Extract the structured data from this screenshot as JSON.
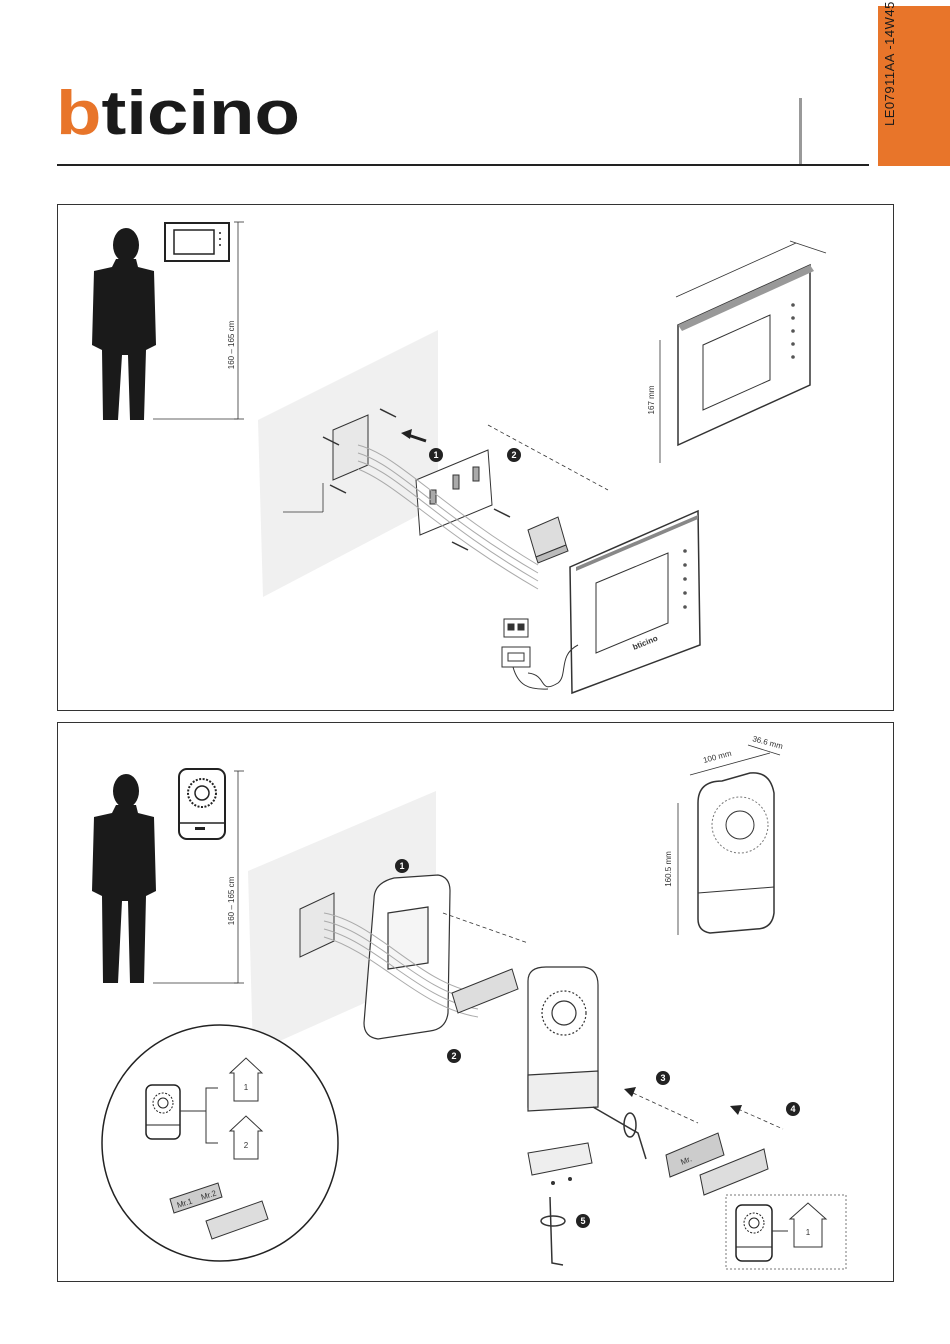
{
  "brand": {
    "name": "bticino",
    "color": "#e8752a"
  },
  "document_code": "LE07911AA -14W45",
  "panel_monitor": {
    "height_range": "160 – 165 cm",
    "dimension_height": "167 mm",
    "device_brand": "bticino",
    "steps": [
      "1",
      "2"
    ]
  },
  "panel_doorstation": {
    "height_range": "160 – 165 cm",
    "dimension_width": "100 mm",
    "dimension_depth": "36.6 mm",
    "dimension_height": "160.5 mm",
    "steps": [
      "1",
      "2",
      "3",
      "4",
      "5"
    ],
    "button_labels": [
      "1",
      "2"
    ],
    "nameplate_labels": [
      "Mr.1",
      "Mr.2"
    ],
    "nameplate_single": "Mr.",
    "inset_button": "1"
  }
}
